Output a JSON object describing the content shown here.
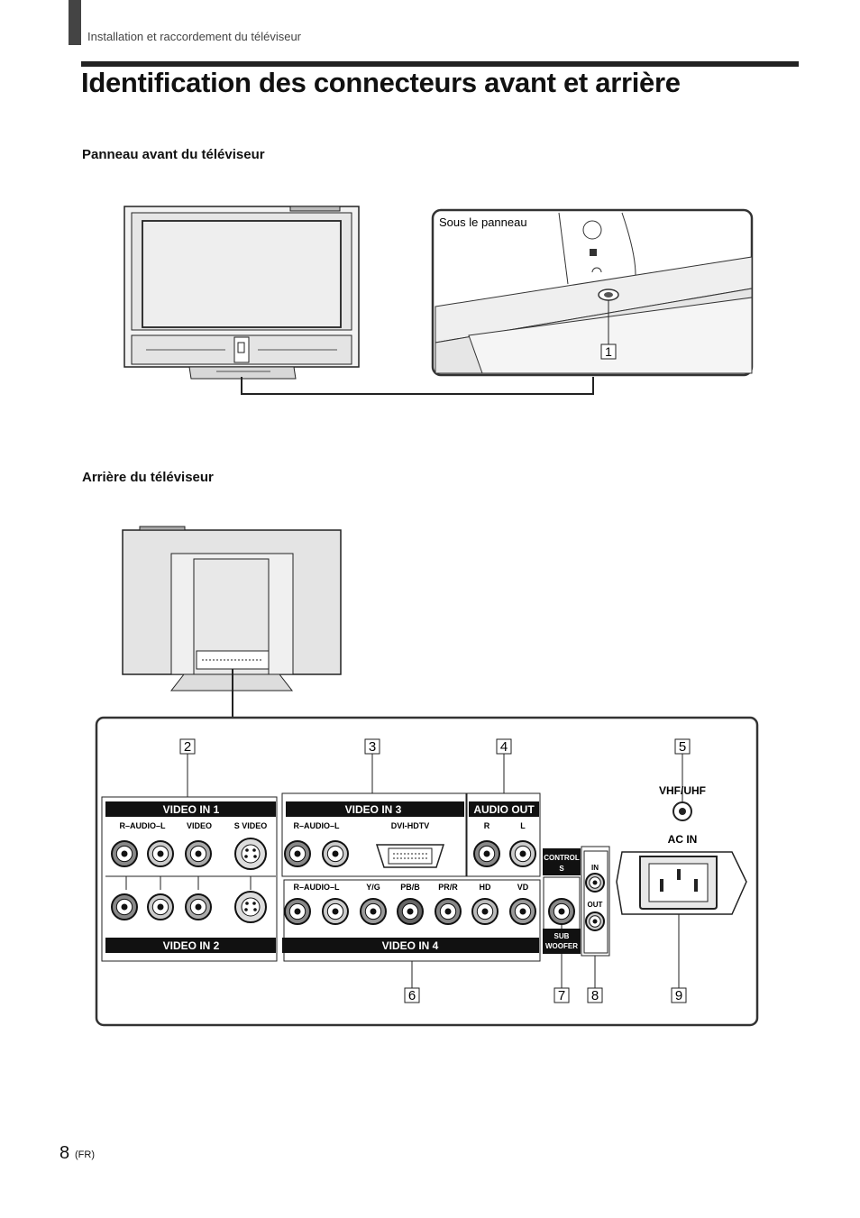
{
  "header": {
    "section_label": "Installation et raccordement du téléviseur"
  },
  "page": {
    "title": "Identification des connecteurs avant et arrière",
    "number": "8",
    "lang_suffix": "(FR)"
  },
  "front": {
    "heading": "Panneau avant du téléviseur",
    "callout_caption": "Sous le panneau",
    "callout_number": "1"
  },
  "rear": {
    "heading": "Arrière du téléviseur",
    "callout_numbers": [
      "2",
      "3",
      "4",
      "5",
      "6",
      "7",
      "8",
      "9"
    ],
    "video_in_1": {
      "title": "VIDEO IN  1",
      "labels": [
        "R–AUDIO–L",
        "VIDEO",
        "S VIDEO"
      ]
    },
    "video_in_2": {
      "title": "VIDEO IN  2"
    },
    "video_in_3": {
      "title": "VIDEO IN  3",
      "labels": [
        "R–AUDIO–L",
        "DVI-HDTV"
      ]
    },
    "video_in_4": {
      "title": "VIDEO IN  4",
      "labels": [
        "R–AUDIO–L",
        "Y/G",
        "PB/B",
        "PR/R",
        "HD",
        "VD"
      ]
    },
    "audio_out": {
      "title": "AUDIO OUT",
      "labels": [
        "R",
        "L"
      ]
    },
    "control_s": {
      "line1": "CONTROL",
      "line2": "S"
    },
    "in_label": "IN",
    "out_label": "OUT",
    "sub_woofer": {
      "line1": "SUB",
      "line2": "WOOFER"
    },
    "vhf_uhf": "VHF/UHF",
    "ac_in": "AC IN"
  }
}
